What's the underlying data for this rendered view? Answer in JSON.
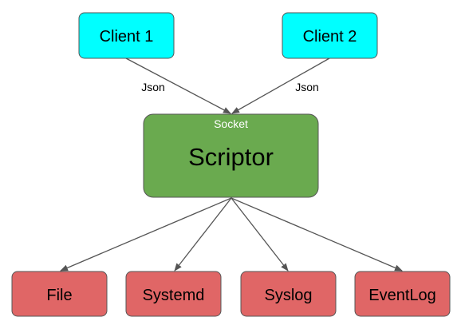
{
  "colors": {
    "client_fill": "#00ffff",
    "scriptor_fill": "#6aaa4f",
    "output_fill": "#e06666",
    "stroke": "#555555",
    "socket_text": "#ffffff"
  },
  "nodes": {
    "client1": "Client 1",
    "client2": "Client 2",
    "scriptor": "Scriptor",
    "socket": "Socket",
    "file": "File",
    "systemd": "Systemd",
    "syslog": "Syslog",
    "eventlog": "EventLog"
  },
  "edges": {
    "client1_label": "Json",
    "client2_label": "Json"
  }
}
